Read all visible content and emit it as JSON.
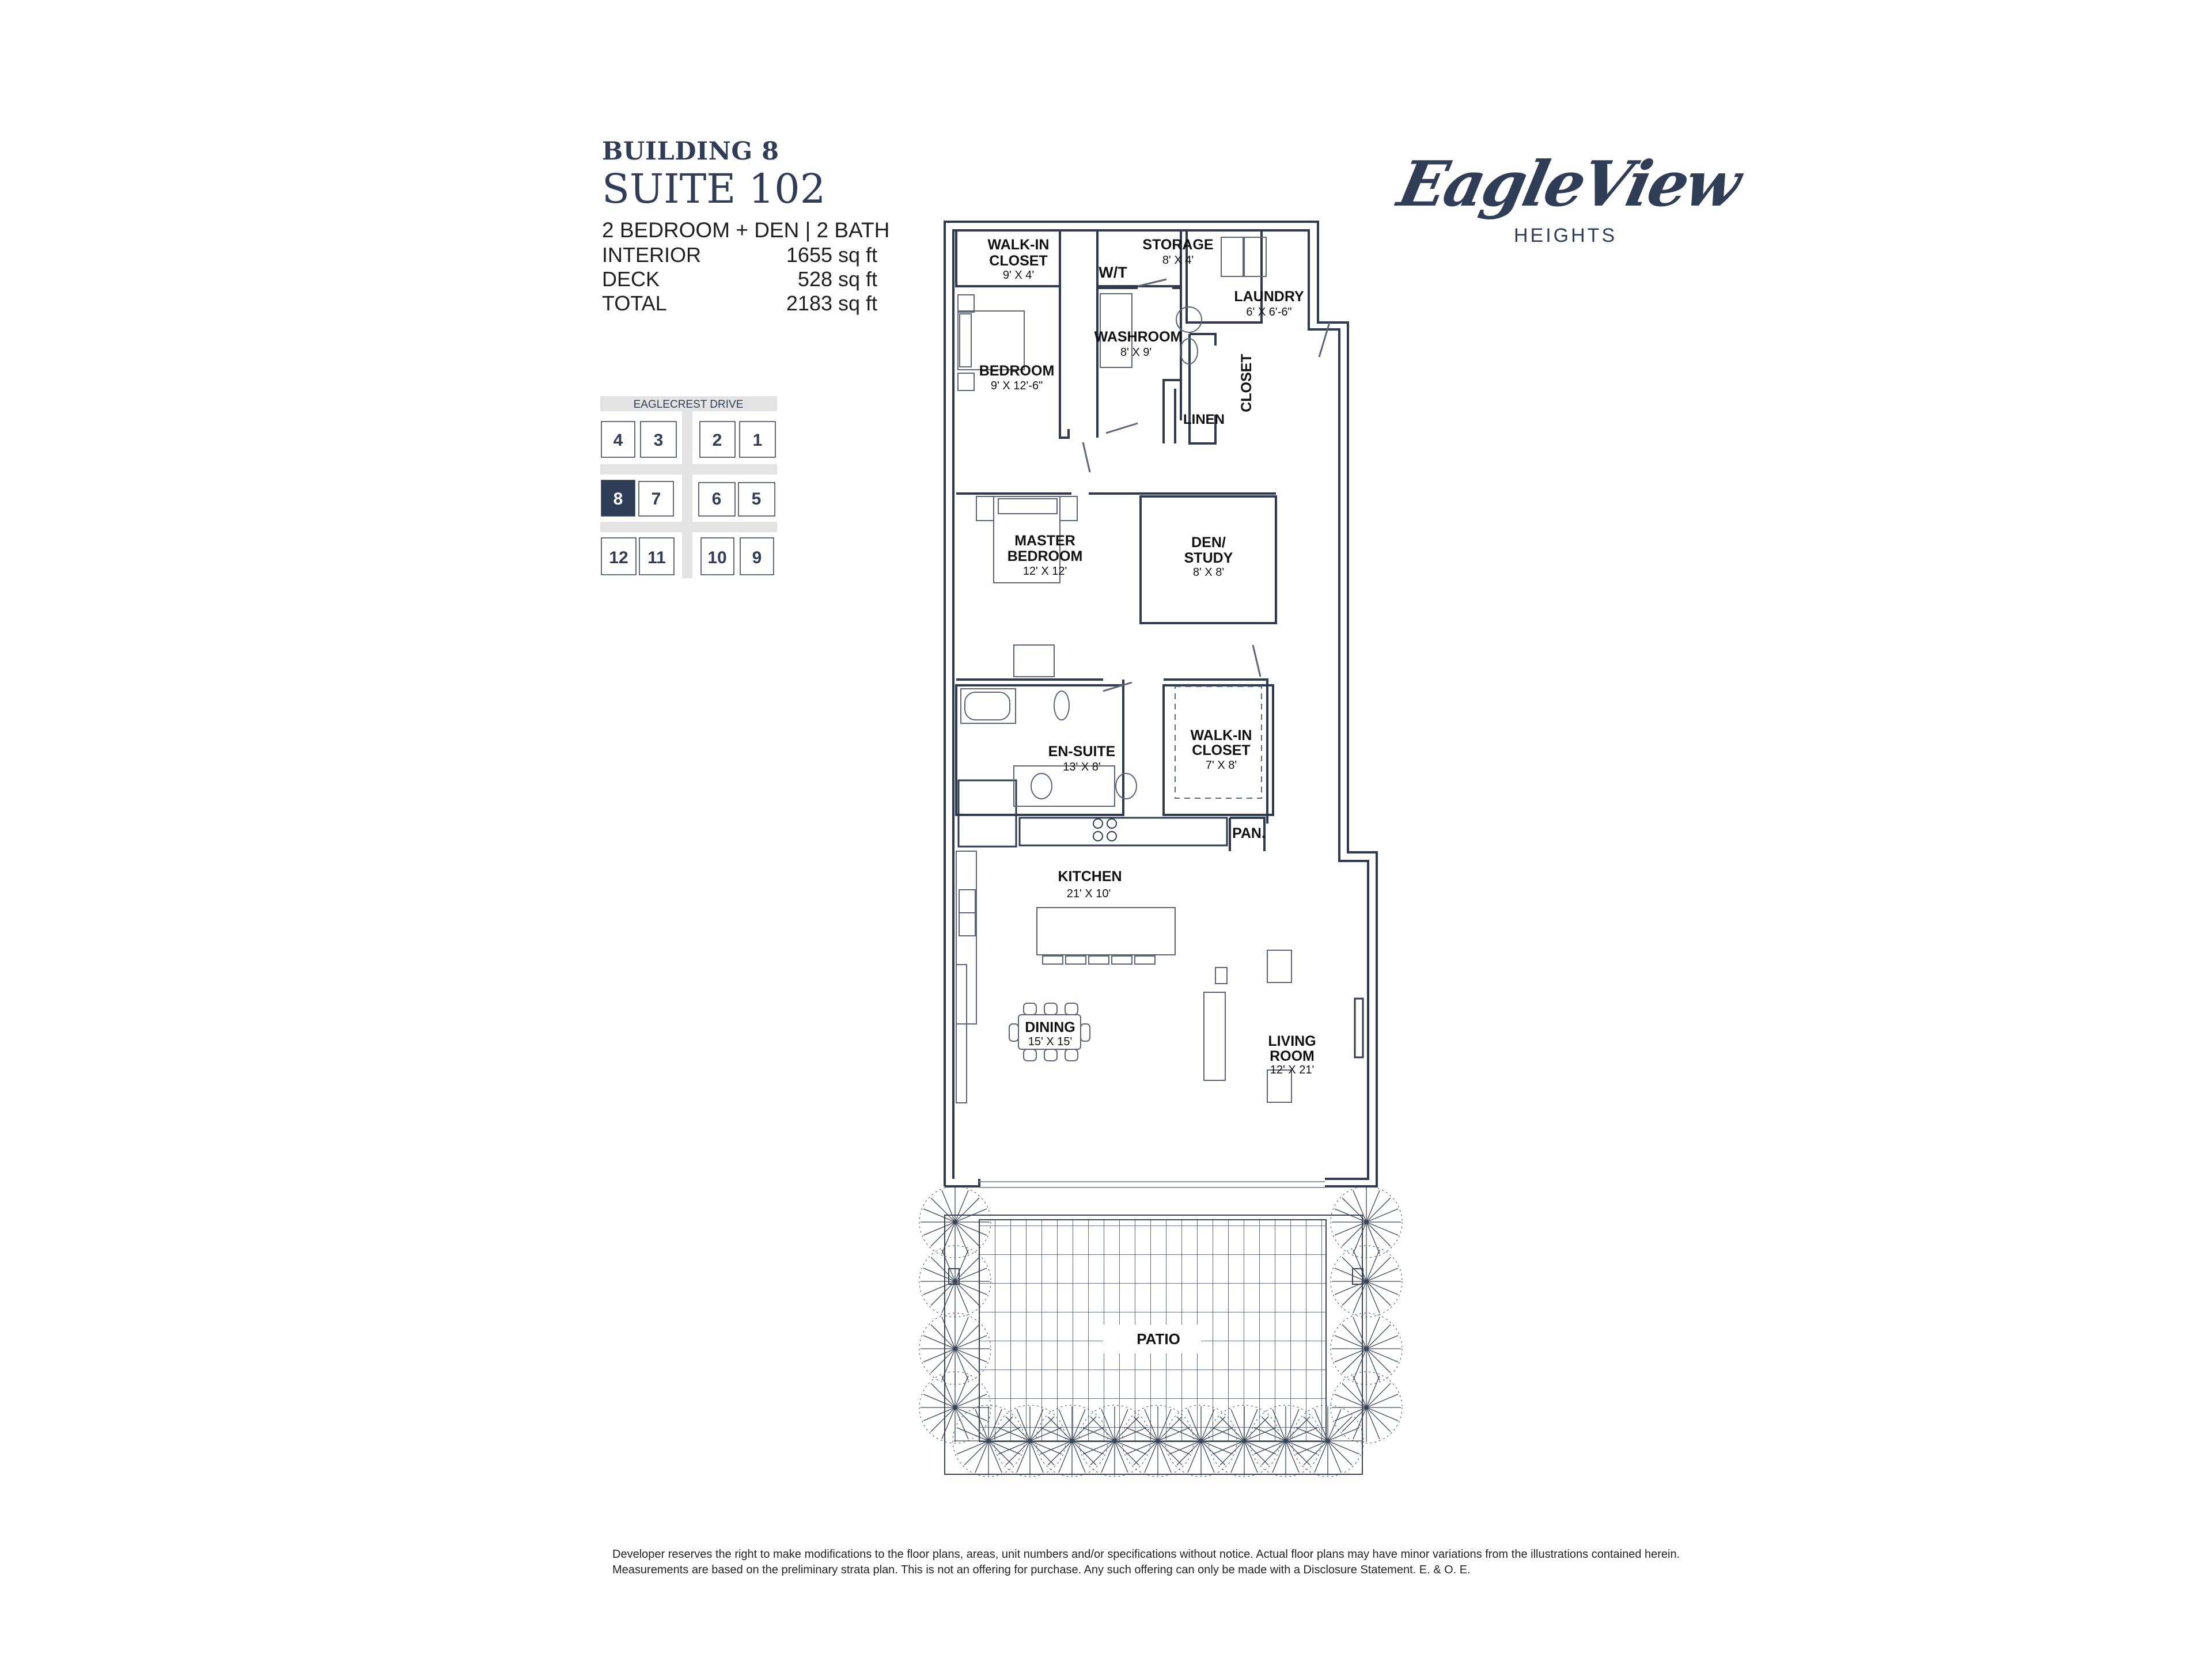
{
  "header": {
    "building": "BUILDING 8",
    "suite": "SUITE 102",
    "unit_type": "2 BEDROOM + DEN  |  2 BATH",
    "areas": [
      {
        "label": "INTERIOR",
        "value": "1655",
        "unit": "sq ft"
      },
      {
        "label": "DECK",
        "value": "528",
        "unit": "sq ft"
      },
      {
        "label": "TOTAL",
        "value": "2183",
        "unit": "sq ft"
      }
    ]
  },
  "logo": {
    "script": "EagleView",
    "sub": "HEIGHTS"
  },
  "keyplan": {
    "street": "EAGLECREST DRIVE",
    "selected": "8",
    "buildings": [
      "4",
      "3",
      "2",
      "1",
      "8",
      "7",
      "6",
      "5",
      "12",
      "11",
      "10",
      "9"
    ]
  },
  "rooms": {
    "walkin1": {
      "name": "WALK-IN",
      "name2": "CLOSET",
      "dim": "9' X 4'"
    },
    "storage": {
      "name": "STORAGE",
      "dim": "8' X 4'"
    },
    "wt": {
      "name": "W/T"
    },
    "laundry": {
      "name": "LAUNDRY",
      "dim": "6' X 6'-6\""
    },
    "washroom": {
      "name": "WASHROOM",
      "dim": "8'  X 9'"
    },
    "bedroom": {
      "name": "BEDROOM",
      "dim": "9' X 12'-6\""
    },
    "closet": {
      "name": "CLOSET"
    },
    "linen": {
      "name": "LINEN"
    },
    "master": {
      "name": "MASTER",
      "name2": "BEDROOM",
      "dim": "12' X 12'"
    },
    "den": {
      "name": "DEN/",
      "name2": "STUDY",
      "dim": "8' X 8'"
    },
    "ensuite": {
      "name": "EN-SUITE",
      "dim": "13' X 8'"
    },
    "walkin2": {
      "name": "WALK-IN",
      "name2": "CLOSET",
      "dim": "7' X 8'"
    },
    "pantry": {
      "name": "PAN."
    },
    "kitchen": {
      "name": "KITCHEN",
      "dim": "21' X 10'"
    },
    "dining": {
      "name": "DINING",
      "dim": "15' X 15'"
    },
    "living": {
      "name": "LIVING",
      "name2": "ROOM",
      "dim": "12' X 21'"
    },
    "patio": {
      "name": "PATIO"
    }
  },
  "disclaimer": {
    "line1": "Developer reserves the right to make modifications to the floor plans, areas, unit numbers and/or specifications without notice. Actual floor plans may have minor variations from the illustrations contained herein.",
    "line2": "Measurements are based on the preliminary strata plan. This is not an offering for purchase. Any such offering can only be made with a Disclosure Statement. E. & O. E."
  },
  "colors": {
    "brand_navy": "#2f3e56",
    "wall": "#2d3a4f",
    "keyplan_bg": "#e3e3e3"
  }
}
